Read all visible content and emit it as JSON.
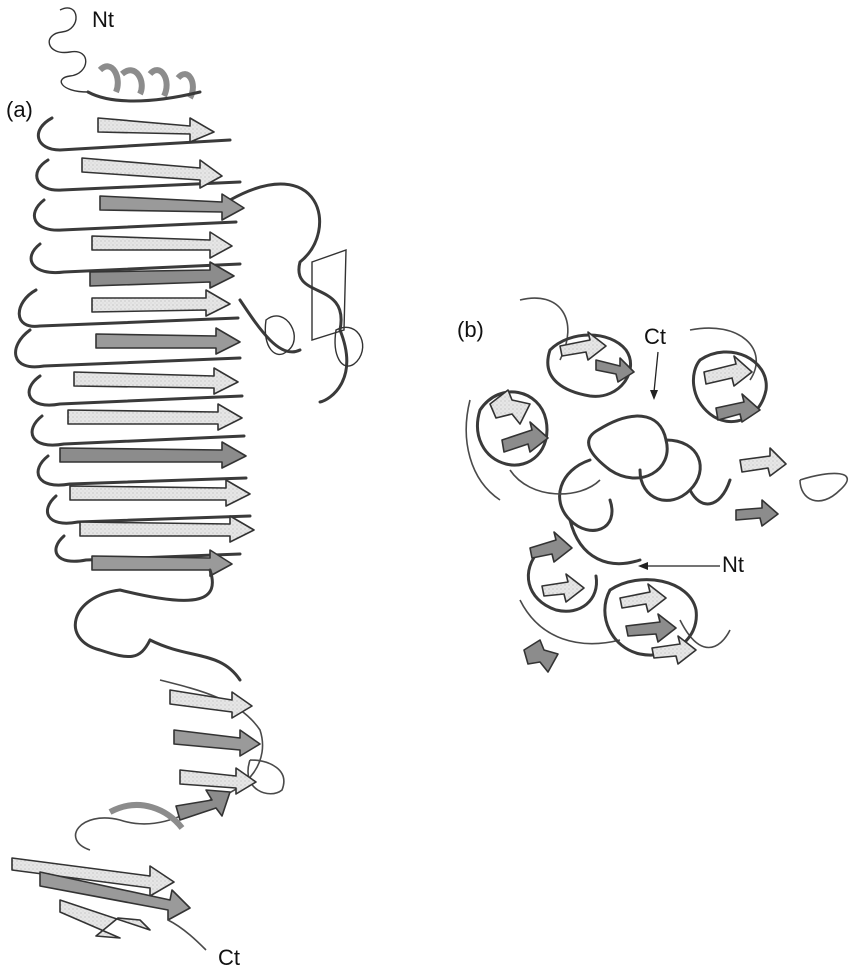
{
  "figure": {
    "panel_a": {
      "label": "(a)",
      "n_terminus": "Nt",
      "c_terminus": "Ct"
    },
    "panel_b": {
      "label": "(b)",
      "n_terminus": "Nt",
      "c_terminus": "Ct"
    },
    "colors": {
      "strand_light": "#e2e2e2",
      "strand_dark": "#8c8c8c",
      "coil": "#3a3a3a",
      "background": "#ffffff"
    }
  }
}
